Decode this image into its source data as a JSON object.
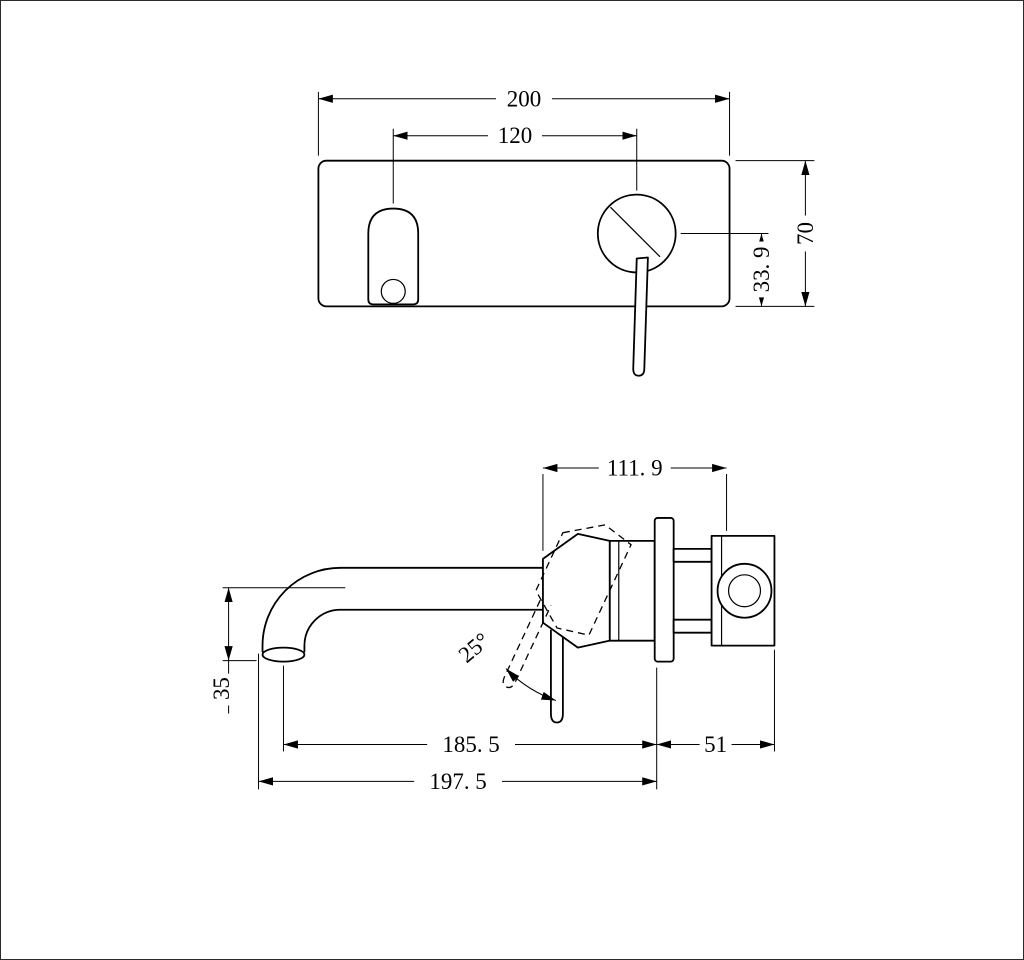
{
  "colors": {
    "background": "#ffffff",
    "line": "#000000"
  },
  "dims": {
    "plate_width": "200",
    "spout_handle_centers": "120",
    "handle_center_to_plate_bottom": "33. 9",
    "plate_height": "70",
    "body_projection": "111. 9",
    "handle_swing_angle": "25°",
    "spout_drop": "35",
    "spout_reach": "185. 5",
    "behind_plate_depth": "51",
    "total_reach": "197. 5"
  }
}
